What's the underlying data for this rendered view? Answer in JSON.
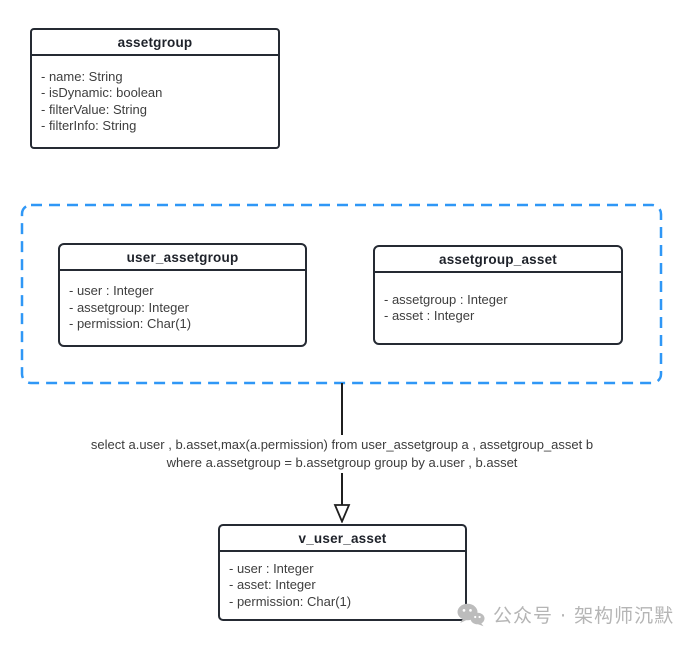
{
  "diagram": {
    "entities": {
      "assetgroup": {
        "title": "assetgroup",
        "fields": [
          "- name: String",
          "- isDynamic: boolean",
          "- filterValue: String",
          "- filterInfo: String"
        ]
      },
      "user_assetgroup": {
        "title": "user_assetgroup",
        "fields": [
          "- user : Integer",
          "- assetgroup: Integer",
          "- permission: Char(1)"
        ]
      },
      "assetgroup_asset": {
        "title": "assetgroup_asset",
        "fields": [
          "- assetgroup : Integer",
          "- asset : Integer"
        ]
      },
      "v_user_asset": {
        "title": "v_user_asset",
        "fields": [
          "- user : Integer",
          "- asset: Integer",
          "- permission: Char(1)"
        ]
      }
    },
    "sql_annotation": {
      "line1": "select a.user , b.asset,max(a.permission) from user_assetgroup a , assetgroup_asset b",
      "line2": "where a.assetgroup = b.assetgroup group by a.user , b.asset"
    },
    "watermark": {
      "icon": "wechat-icon",
      "text": "公众号 · 架构师沉默"
    },
    "colors": {
      "box_border": "#252a33",
      "title_text": "#1e222a",
      "field_text": "#3e3e3e",
      "dashed_border": "#2f97f6",
      "sql_text": "#3c3c3c",
      "arrow": "#1f1f1f",
      "arrowhead_fill": "#ffffff",
      "watermark": "#b5b5b5"
    }
  }
}
